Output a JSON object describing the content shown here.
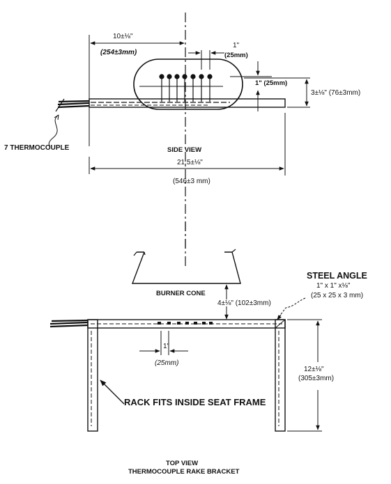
{
  "side_view": {
    "dim_10_top": "10±⅛\"",
    "dim_10_bottom": "(254±3mm)",
    "dim_1in_top": "1\"",
    "dim_1in_top_metric": "(25mm)",
    "dim_1in_right": "1\" (25mm)",
    "dim_3in": "3±⅛\" (76±3mm)",
    "thermocouple_label": "7 THERMOCOUPLE",
    "title": "SIDE VIEW",
    "dim_21_top": "21.5±⅛\"",
    "dim_21_bottom": "(546±3 mm)"
  },
  "top_view": {
    "burner_cone": "BURNER CONE",
    "dim_4in": "4±⅛\" (102±3mm)",
    "steel_angle_title": "STEEL ANGLE",
    "steel_angle_size": "1\" x 1\" x⅛\"",
    "steel_angle_metric": "(25 x 25 x 3 mm)",
    "dim_1in": "1\"",
    "dim_1in_metric": "(25mm)",
    "dim_12_top": "12±⅛\"",
    "dim_12_bottom": "(305±3mm)",
    "rack_note": "RACK FITS INSIDE SEAT FRAME",
    "caption_line1": "TOP VIEW",
    "caption_line2": "THERMOCOUPLE RAKE BRACKET"
  }
}
